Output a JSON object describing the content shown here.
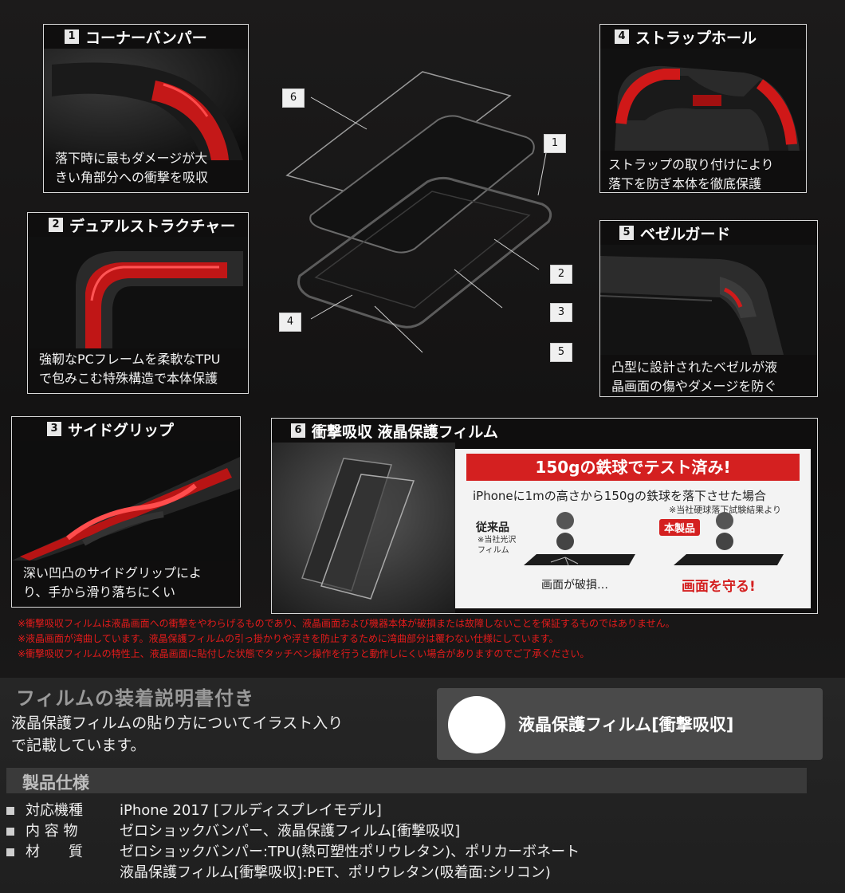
{
  "features": [
    {
      "num": "1",
      "title": "コーナーバンパー",
      "desc": "落下時に最もダメージが大\nきい角部分への衝撃を吸収"
    },
    {
      "num": "2",
      "title": "デュアルストラクチャー",
      "desc": "強靭なPCフレームを柔軟なTPU\nで包みこむ特殊構造で本体保護"
    },
    {
      "num": "3",
      "title": "サイドグリップ",
      "desc": "深い凹凸のサイドグリップによ\nり、手から滑り落ちにくい"
    },
    {
      "num": "4",
      "title": "ストラップホール",
      "desc": "ストラップの取り付けにより\n落下を防ぎ本体を徹底保護"
    },
    {
      "num": "5",
      "title": "ベゼルガード",
      "desc": "凸型に設計されたベゼルが液\n晶画面の傷やダメージを防ぐ"
    },
    {
      "num": "6",
      "title": "衝撃吸収 液晶保護フィルム"
    }
  ],
  "diagram_labels": [
    "6",
    "1",
    "2",
    "3",
    "4",
    "5"
  ],
  "test_panel": {
    "banner": "150gの鉄球でテスト済み!",
    "subtitle": "iPhoneに1mの高さから150gの鉄球を落下させた場合",
    "note": "※当社硬球落下試験結果より",
    "conventional": "従来品",
    "conventional_note": "※当社光沢\nフィルム",
    "conventional_result": "画面が破損…",
    "product": "本製品",
    "product_result": "画面を守る!"
  },
  "notes": [
    "※衝撃吸収フィルムは液晶画面への衝撃をやわらげるものであり、液晶画面および機器本体が破損または故障しないことを保証するものではありません。",
    "※液晶画面が湾曲しています。液晶保護フィルムの引っ掛かりや浮きを防止するために湾曲部分は覆わない仕様にしています。",
    "※衝撃吸収フィルムの特性上、液晶画面に貼付した状態でタッチペン操作を行うと動作しにくい場合がありますのでご了承ください。"
  ],
  "film_guide": {
    "heading": "フィルムの装着説明書付き",
    "desc": "液晶保護フィルムの貼り方についてイラスト入り\nで記載しています。"
  },
  "badge": {
    "label": "液晶保護フィルム[衝撃吸収]"
  },
  "specs": {
    "title": "製品仕様",
    "rows": [
      {
        "label": "対応機種",
        "value": "iPhone 2017 [フルディスプレイモデル]"
      },
      {
        "label": "内 容 物",
        "value": "ゼロショックバンパー、液晶保護フィルム[衝撃吸収]"
      },
      {
        "label": "材　　質",
        "value": "ゼロショックバンパー:TPU(熱可塑性ポリウレタン)、ポリカーボネート"
      },
      {
        "label": "",
        "value": "液晶保護フィルム[衝撃吸収]:PET、ポリウレタン(吸着面:シリコン)"
      }
    ]
  },
  "colors": {
    "accent_red": "#e01919",
    "card_border": "#d8d8d8",
    "banner_red": "#d42020"
  }
}
